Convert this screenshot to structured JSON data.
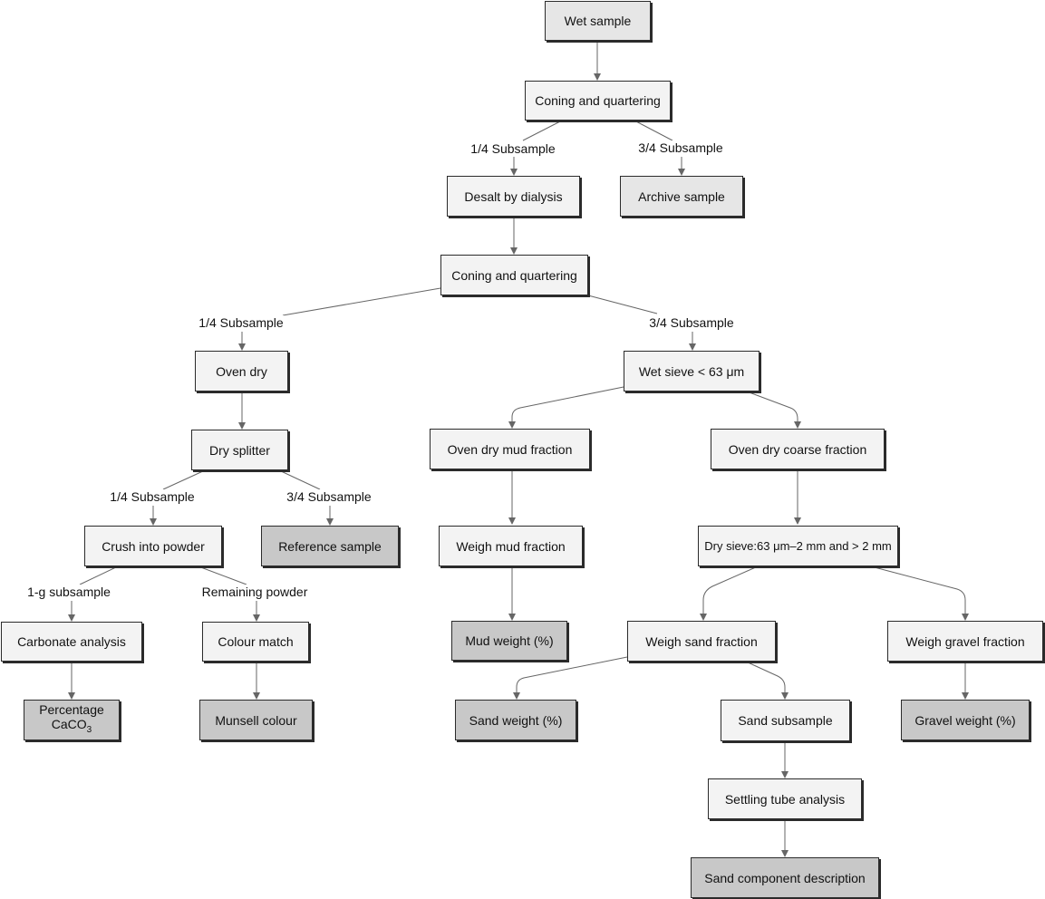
{
  "nodes": {
    "wet_sample": "Wet sample",
    "coning1": "Coning and quartering",
    "desalt": "Desalt by dialysis",
    "archive": "Archive sample",
    "coning2": "Coning and quartering",
    "oven_dry": "Oven dry",
    "wet_sieve": "Wet sieve < 63 μm",
    "dry_splitter": "Dry splitter",
    "oven_mud": "Oven dry mud fraction",
    "oven_coarse": "Oven dry coarse fraction",
    "crush": "Crush into powder",
    "reference": "Reference sample",
    "weigh_mud": "Weigh mud fraction",
    "dry_sieve": "Dry sieve:63 μm–2 mm and > 2 mm",
    "carbonate": "Carbonate analysis",
    "colour_match": "Colour match",
    "mud_weight": "Mud weight (%)",
    "weigh_sand": "Weigh sand fraction",
    "weigh_gravel": "Weigh gravel fraction",
    "percentage_line1": "Percentage",
    "percentage_line2": "CaCO",
    "percentage_sub": "3",
    "munsell": "Munsell colour",
    "sand_weight": "Sand weight (%)",
    "sand_subsample": "Sand subsample",
    "gravel_weight": "Gravel weight (%)",
    "settling": "Settling tube analysis",
    "sand_component": "Sand component description"
  },
  "labels": {
    "q1_a": "1/4 Subsample",
    "q3_a": "3/4 Subsample",
    "q1_b": "1/4 Subsample",
    "q3_b": "3/4 Subsample",
    "q1_c": "1/4 Subsample",
    "q3_c": "3/4 Subsample",
    "one_g": "1-g subsample",
    "remaining": "Remaining powder"
  }
}
